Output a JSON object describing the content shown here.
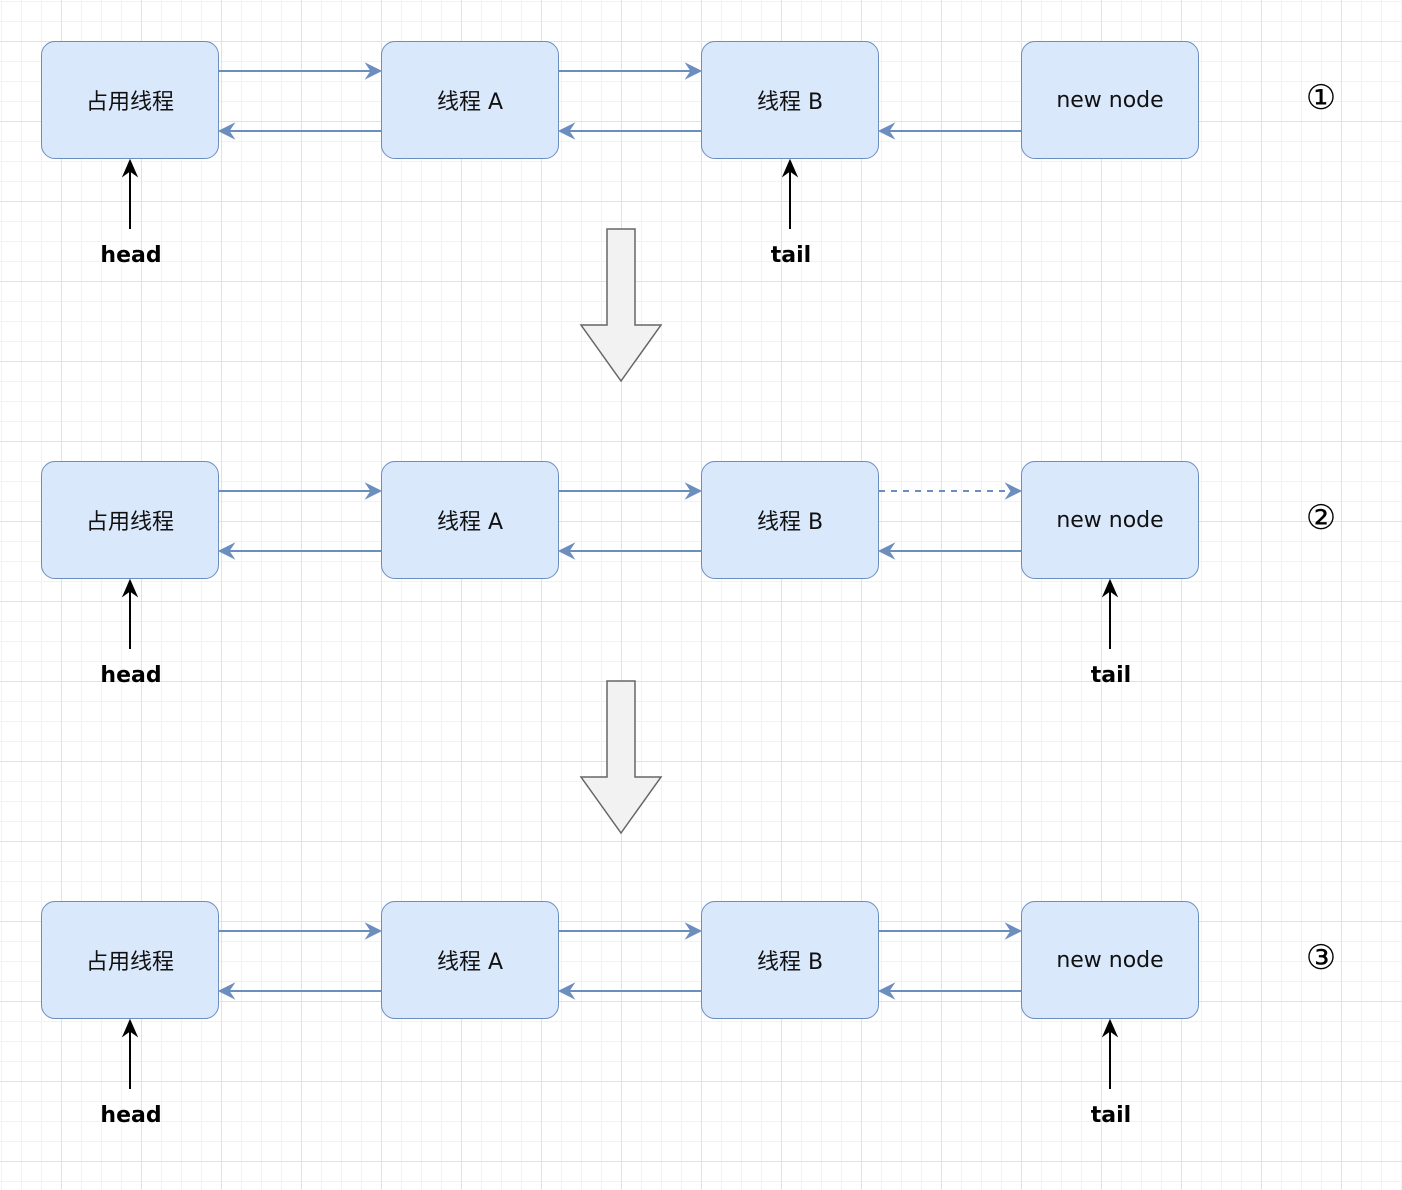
{
  "colors": {
    "node_fill": "#dae8fc",
    "node_border": "#6c8ebf",
    "link": "#6c8ebf",
    "pointer": "#000000",
    "transition_arrow_fill": "#f2f2f2",
    "transition_arrow_stroke": "#666666"
  },
  "stages": [
    {
      "marker": "①",
      "nodes": [
        "占用线程",
        "线程 A",
        "线程 B",
        "new node"
      ],
      "head_label": "head",
      "tail_label": "tail",
      "next_links": [
        "solid",
        "solid",
        "none"
      ],
      "prev_links": [
        "solid",
        "solid",
        "solid"
      ],
      "head_index": 0,
      "tail_index": 2
    },
    {
      "marker": "②",
      "nodes": [
        "占用线程",
        "线程 A",
        "线程 B",
        "new node"
      ],
      "head_label": "head",
      "tail_label": "tail",
      "next_links": [
        "solid",
        "solid",
        "dashed"
      ],
      "prev_links": [
        "solid",
        "solid",
        "solid"
      ],
      "head_index": 0,
      "tail_index": 3
    },
    {
      "marker": "③",
      "nodes": [
        "占用线程",
        "线程 A",
        "线程 B",
        "new node"
      ],
      "head_label": "head",
      "tail_label": "tail",
      "next_links": [
        "solid",
        "solid",
        "solid"
      ],
      "prev_links": [
        "solid",
        "solid",
        "solid"
      ],
      "head_index": 0,
      "tail_index": 3
    }
  ],
  "transition_arrows": 2
}
